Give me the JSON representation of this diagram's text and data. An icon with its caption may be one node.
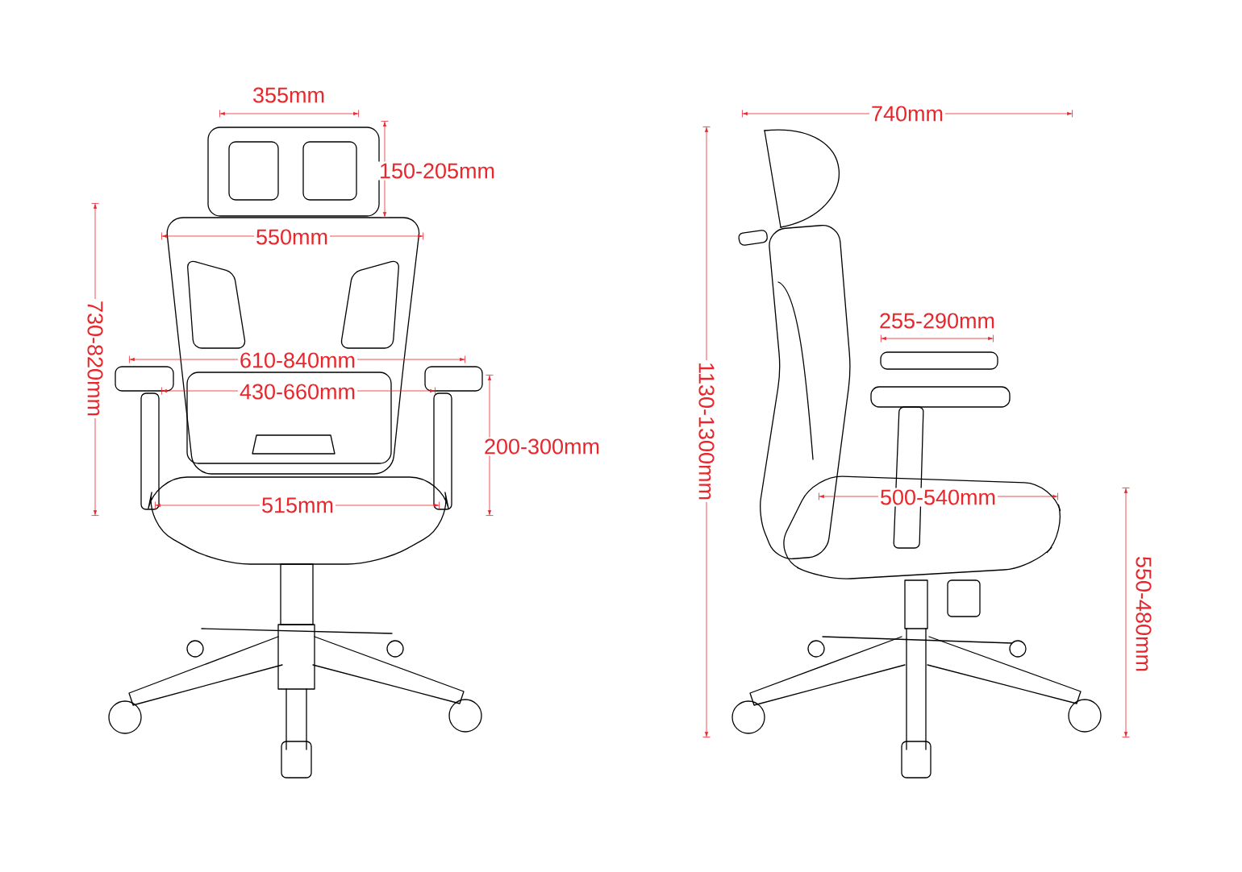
{
  "diagram": {
    "labels": [
      "355mm",
      "740mm",
      "150-205mm",
      "550mm",
      "255-290mm",
      "730-820mm",
      "610-840mm",
      "430-660mm",
      "1130-1300mm",
      "200-300mm",
      "500-540mm",
      "515mm",
      "550-480mm"
    ]
  }
}
